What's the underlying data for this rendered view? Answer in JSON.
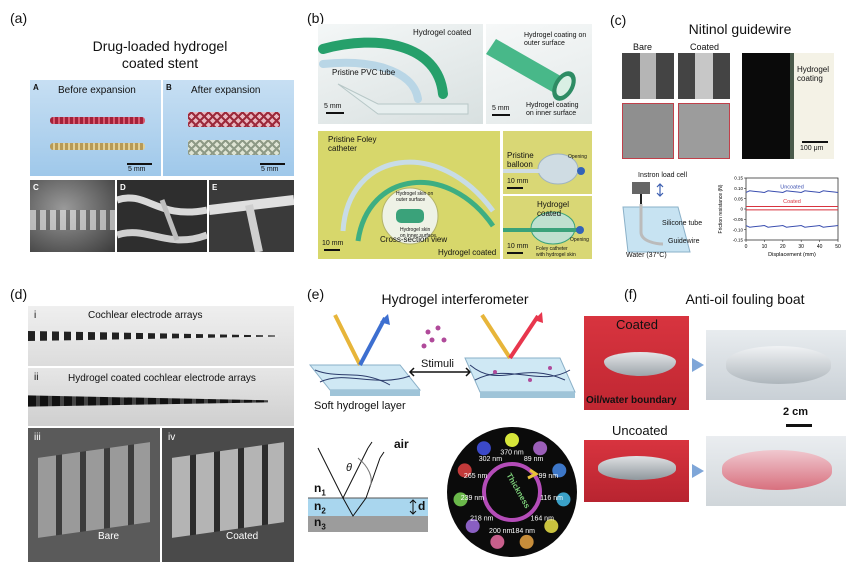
{
  "panel_a": {
    "label": "(a)",
    "title": "Drug-loaded hydrogel\ncoated stent",
    "sub_a": "A",
    "sub_b": "B",
    "before": "Before expansion",
    "after": "After expansion",
    "scale_1": "5 mm",
    "scale_2": "5 mm",
    "sem_c": "C",
    "sem_d": "D",
    "sem_e": "E"
  },
  "panel_b": {
    "label": "(b)",
    "hydrogel_coated": "Hydrogel coated",
    "pristine_pvc": "Pristine PVC tube",
    "scale_1": "5 mm",
    "coating_outer": "Hydrogel coating on\nouter surface",
    "coating_inner": "Hydrogel coating\non inner surface",
    "scale_2": "5 mm",
    "pristine_foley": "Pristine Foley\ncatheter",
    "cross_section": "Cross-section view",
    "inset_outer": "Hydrogel skin on\nouter surface",
    "inset_inner": "Hydrogel skin\non inner surface",
    "hydrogel_coated_2": "Hydrogel coated",
    "scale_3": "10 mm",
    "pristine_balloon": "Pristine\nballoon",
    "opening_1": "Opening",
    "scale_4": "10 mm",
    "hydrogel_coated_3": "Hydrogel\ncoated",
    "opening_2": "Opening",
    "foley_skin": "Foley catheter\nwith hydrogel skin",
    "scale_5": "10 mm"
  },
  "panel_c": {
    "label": "(c)",
    "title": "Nitinol guidewire",
    "bare": "Bare",
    "coated": "Coated",
    "hydrogel_coating": "Hydrogel\ncoating",
    "scale": "100 μm",
    "instron": "Instron load cell",
    "silicone": "Silicone tube",
    "guidewire": "Guidewire",
    "water": "Water (37°C)",
    "chart": {
      "ylabel": "Friction resistance (N)",
      "xlabel": "Displacement (mm)",
      "xticks": [
        "0",
        "10",
        "20",
        "30",
        "40",
        "50"
      ],
      "yticks": [
        "0.15",
        "0.10",
        "0.05",
        "0",
        "-0.05",
        "-0.10",
        "-0.15"
      ],
      "uncoated": "Uncoated",
      "coated": "Coated"
    }
  },
  "panel_d": {
    "label": "(d)",
    "i": "i",
    "ii": "ii",
    "iii": "iii",
    "iv": "iv",
    "cochlear": "Cochlear electrode arrays",
    "hydrogel_cochlear": "Hydrogel coated cochlear electrode arrays",
    "bare": "Bare",
    "coated": "Coated"
  },
  "panel_e": {
    "label": "(e)",
    "title": "Hydrogel interferometer",
    "stimuli": "Stimuli",
    "soft_layer": "Soft hydrogel layer",
    "air": "air",
    "theta": "θ",
    "n1": "n",
    "n1_sub": "1",
    "n2": "n",
    "n2_sub": "2",
    "n3": "n",
    "n3_sub": "3",
    "d": "d",
    "thickness": "Thickness",
    "wheel": [
      {
        "label": "370 nm",
        "color": "#d6e63a"
      },
      {
        "label": "89 nm",
        "color": "#9b5fb8"
      },
      {
        "label": "99 nm",
        "color": "#3d77c8"
      },
      {
        "label": "116 nm",
        "color": "#3aa1c8"
      },
      {
        "label": "164 nm",
        "color": "#c9c23e"
      },
      {
        "label": "184 nm",
        "color": "#c78d3a"
      },
      {
        "label": "200 nm",
        "color": "#c85f8c"
      },
      {
        "label": "218 nm",
        "color": "#8a5fc2"
      },
      {
        "label": "239 nm",
        "color": "#6ab84a"
      },
      {
        "label": "265 nm",
        "color": "#c23a3a"
      },
      {
        "label": "302 nm",
        "color": "#3b49c8"
      }
    ]
  },
  "panel_f": {
    "label": "(f)",
    "title": "Anti-oil fouling boat",
    "coated": "Coated",
    "boundary": "Oil/water boundary",
    "scale": "2 cm",
    "uncoated": "Uncoated"
  }
}
